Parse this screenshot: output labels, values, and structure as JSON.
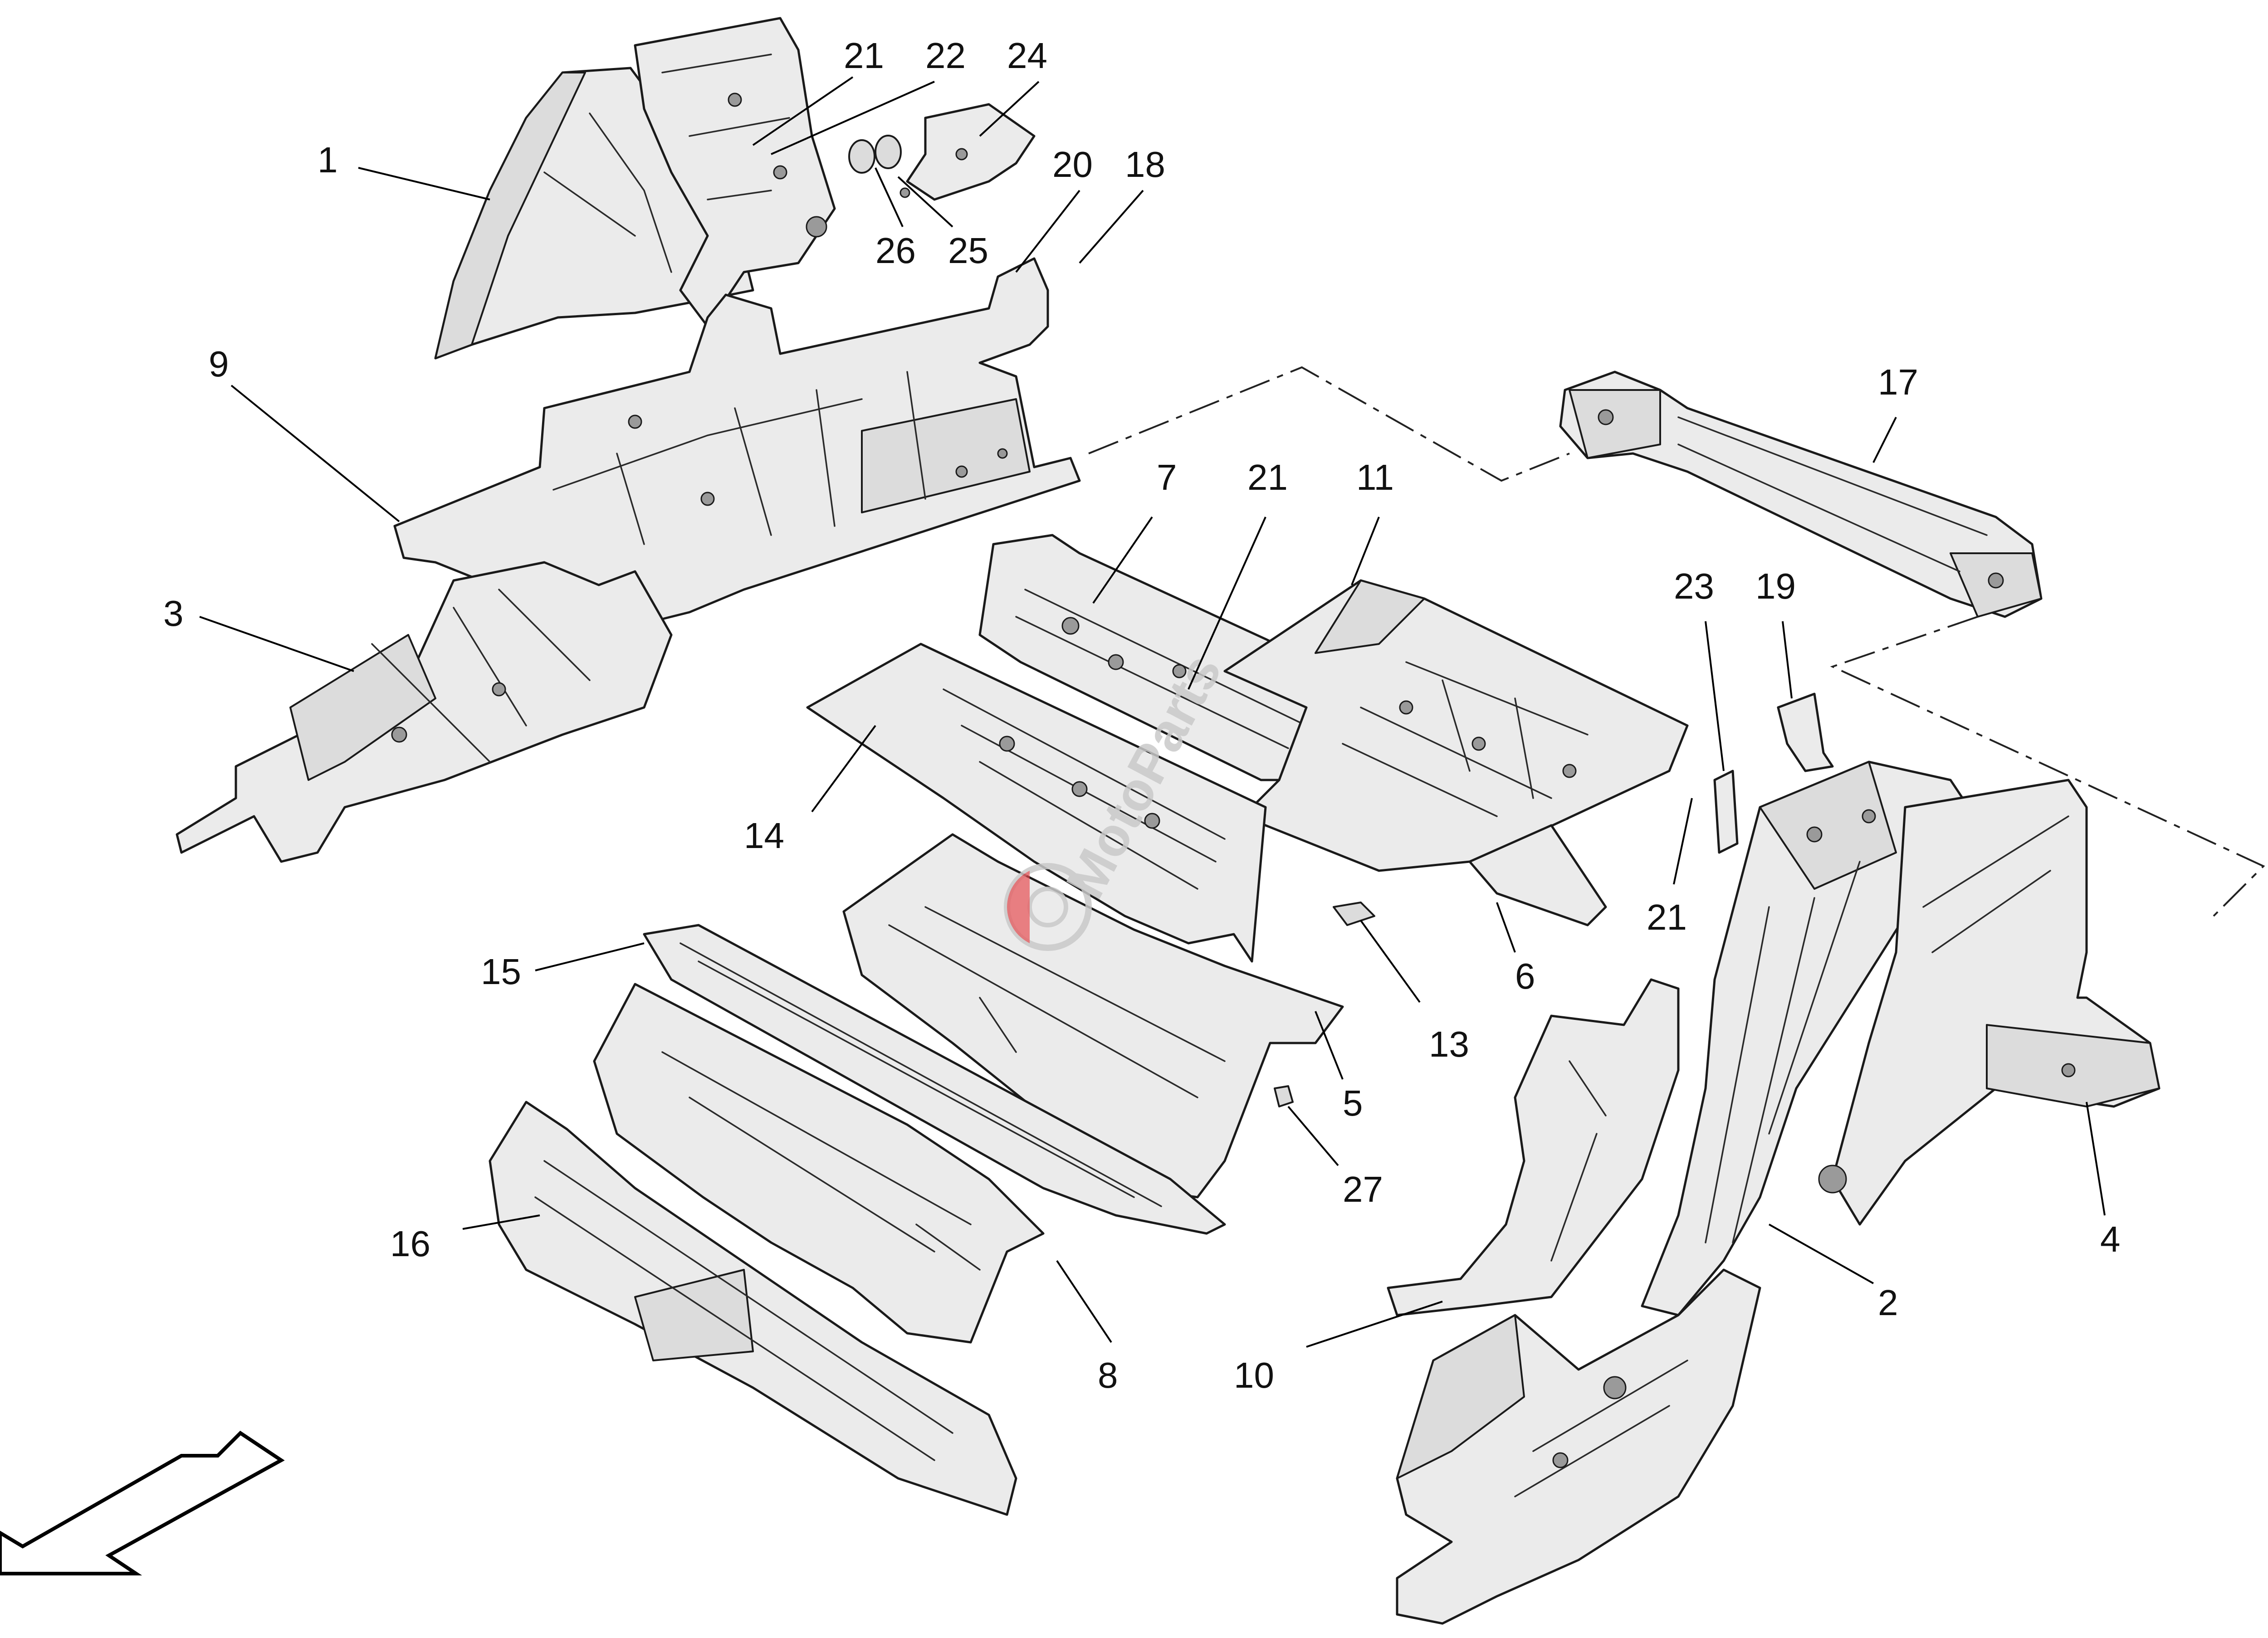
{
  "diagram": {
    "callouts": [
      {
        "id": "c1",
        "label": "1"
      },
      {
        "id": "c21a",
        "label": "21"
      },
      {
        "id": "c22",
        "label": "22"
      },
      {
        "id": "c24",
        "label": "24"
      },
      {
        "id": "c20",
        "label": "20"
      },
      {
        "id": "c18",
        "label": "18"
      },
      {
        "id": "c26",
        "label": "26"
      },
      {
        "id": "c25",
        "label": "25"
      },
      {
        "id": "c9",
        "label": "9"
      },
      {
        "id": "c17",
        "label": "17"
      },
      {
        "id": "c7",
        "label": "7"
      },
      {
        "id": "c21b",
        "label": "21"
      },
      {
        "id": "c11",
        "label": "11"
      },
      {
        "id": "c3",
        "label": "3"
      },
      {
        "id": "c23",
        "label": "23"
      },
      {
        "id": "c19",
        "label": "19"
      },
      {
        "id": "c14",
        "label": "14"
      },
      {
        "id": "c21c",
        "label": "21"
      },
      {
        "id": "c6",
        "label": "6"
      },
      {
        "id": "c15",
        "label": "15"
      },
      {
        "id": "c13",
        "label": "13"
      },
      {
        "id": "c5",
        "label": "5"
      },
      {
        "id": "c27",
        "label": "27"
      },
      {
        "id": "c16",
        "label": "16"
      },
      {
        "id": "c4",
        "label": "4"
      },
      {
        "id": "c2",
        "label": "2"
      },
      {
        "id": "c8",
        "label": "8"
      },
      {
        "id": "c10",
        "label": "10"
      }
    ],
    "watermark": "MotoParts",
    "icons": {
      "direction_arrow": "direction-arrow-icon",
      "watermark_logo": "brake-disc-logo-icon"
    },
    "colors": {
      "part_fill": "#ebebeb",
      "outline": "#1a1a1a",
      "watermark_accent": "#e5484d"
    }
  }
}
